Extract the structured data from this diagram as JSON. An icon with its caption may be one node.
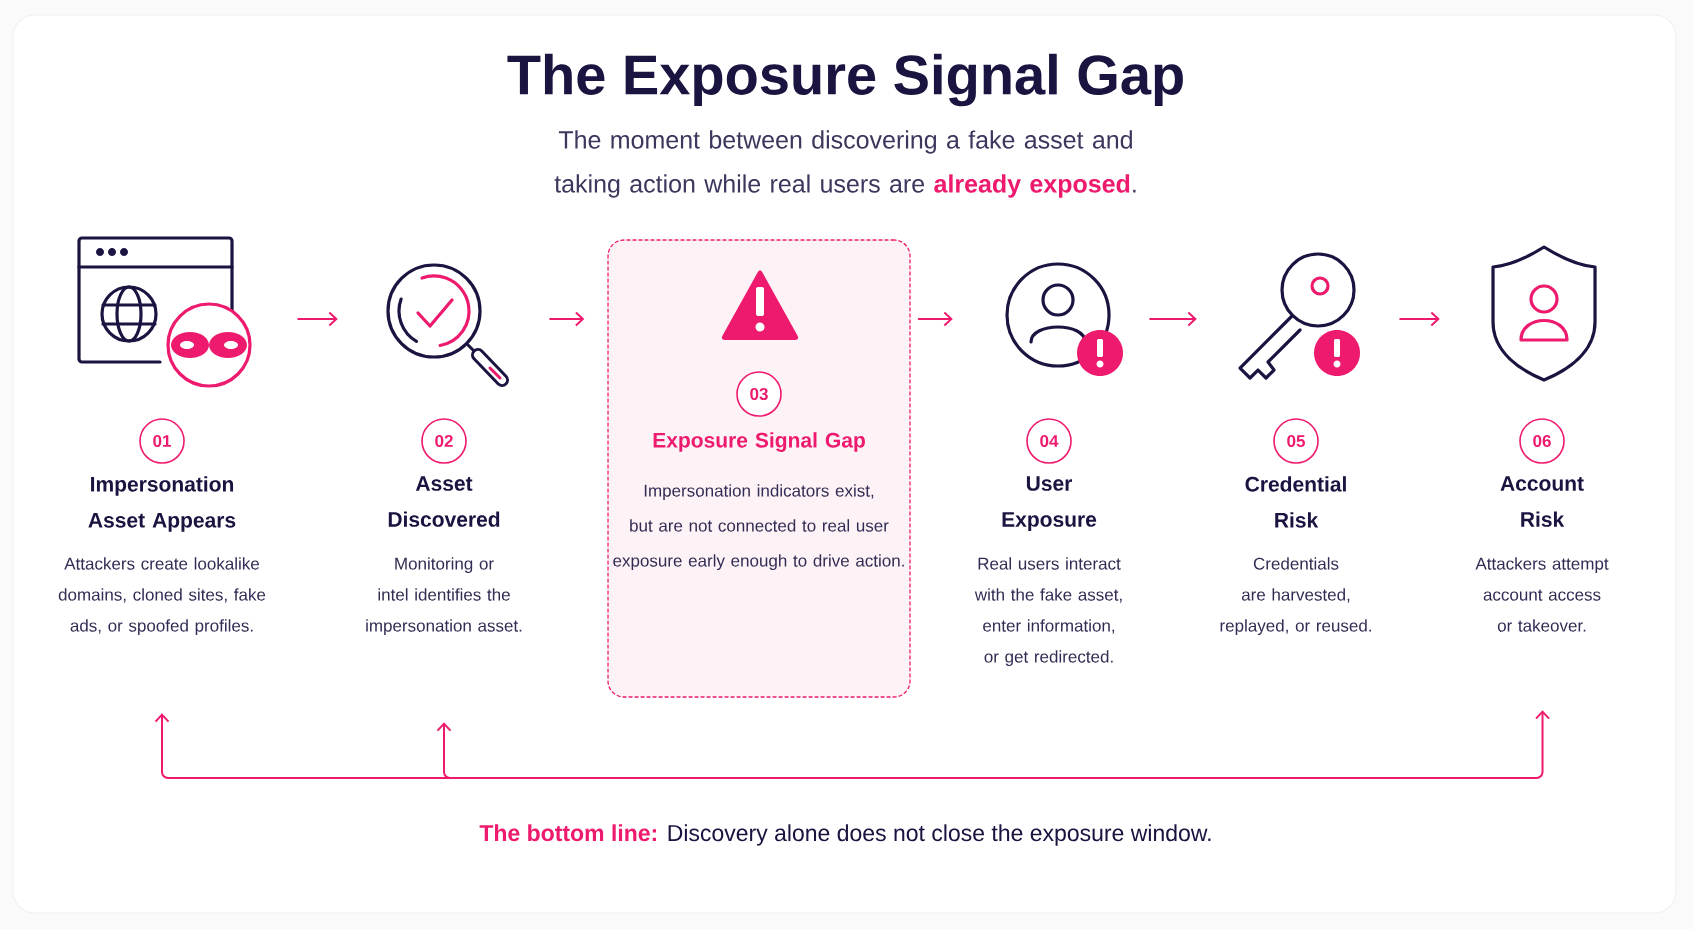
{
  "diagram": {
    "title": "The Exposure Signal Gap",
    "caption": "**The bottom line:** Discovery alone does not close the exposure window.",
    "labels": [
      "The moment between discovering a fake asset and taking action while real users are **already exposed**."
    ],
    "nodes": [
      {
        "text": [
          "01",
          "Impersonation Asset Appears",
          "Attackers create lookalike domains, cloned sites, fake ads, or spoofed profiles."
        ]
      },
      {
        "text": [
          "02",
          "Asset Discovered",
          "Monitoring or intel identifies the impersonation asset."
        ]
      },
      {
        "text": [
          "03",
          "Exposure Signal Gap",
          "Impersonation indicators exist, but are not connected to real user exposure early enough to drive action."
        ]
      },
      {
        "text": [
          "04",
          "User Exposure",
          "Real users interact with the fake asset, enter information, or get redirected."
        ]
      },
      {
        "text": [
          "05",
          "Credential Risk",
          "Credentials are harvested, replayed, or reused."
        ]
      },
      {
        "text": [
          "06",
          "Account Risk",
          "Attackers attempt account access or takeover."
        ]
      }
    ],
    "edges": [
      {
        "from": 0,
        "to": 1,
        "arrow": "to"
      },
      {
        "from": 1,
        "to": 2,
        "arrow": "to"
      },
      {
        "from": 2,
        "to": 3,
        "arrow": "to"
      },
      {
        "from": 3,
        "to": 4,
        "arrow": "to"
      },
      {
        "from": 4,
        "to": 5,
        "arrow": "to"
      },
      {
        "from": null,
        "to": 0,
        "arrow": "to"
      },
      {
        "from": null,
        "to": 1,
        "arrow": "to"
      },
      {
        "from": null,
        "to": 5,
        "arrow": "to"
      }
    ]
  }
}
